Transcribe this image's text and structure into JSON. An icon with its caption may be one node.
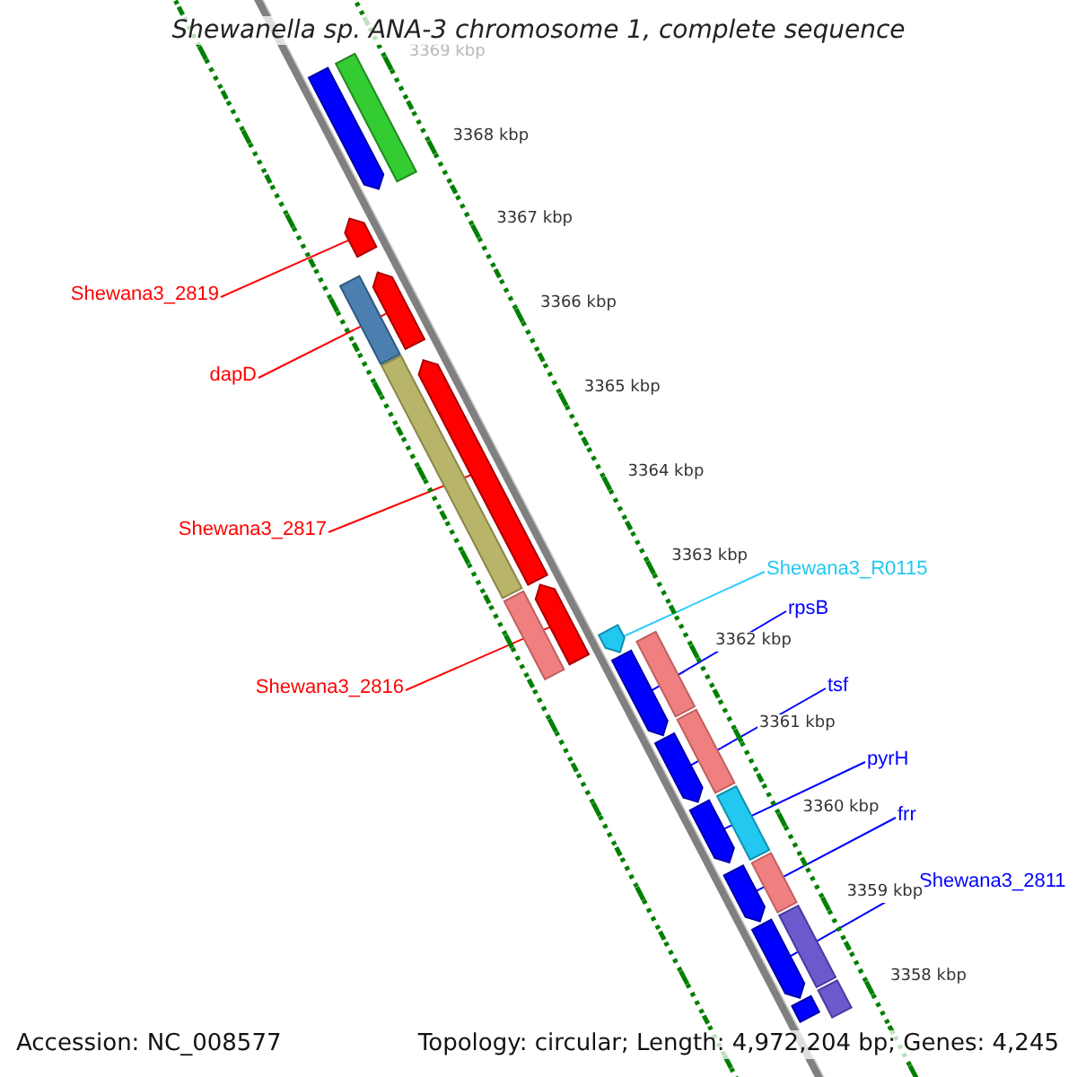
{
  "diagram": {
    "title": "Shewanella sp. ANA-3 chromosome 1, complete sequence",
    "nodes": [
      {
        "text": [
          "Shewana3_2819"
        ]
      },
      {
        "text": [],
        "shape": "bar"
      },
      {
        "text": [
          "dapD"
        ]
      },
      {
        "text": [],
        "shape": "bar"
      },
      {
        "text": [
          "Shewana3_2817"
        ]
      },
      {
        "text": [],
        "shape": "bar"
      },
      {
        "text": [
          "Shewana3_2816"
        ]
      },
      {
        "text": [],
        "shape": "bar"
      },
      {
        "text": [
          "Shewana3_R0115"
        ]
      },
      {
        "text": [],
        "shape": "bar"
      },
      {
        "text": [
          "rpsB"
        ]
      },
      {
        "text": [],
        "shape": "bar"
      },
      {
        "text": [
          "tsf"
        ]
      },
      {
        "text": [],
        "shape": "bar"
      },
      {
        "text": [
          "pyrH"
        ]
      },
      {
        "text": [],
        "shape": "bar"
      },
      {
        "text": [
          "frr"
        ]
      },
      {
        "text": [],
        "shape": "bar"
      },
      {
        "text": [
          "Shewana3_2811"
        ]
      },
      {
        "text": [],
        "shape": "bar"
      },
      {
        "text": [],
        "shape": "bar"
      },
      {
        "text": [],
        "shape": "bar"
      },
      {
        "text": [],
        "shape": "bar"
      },
      {
        "text": [],
        "shape": "bar"
      },
      {
        "text": [],
        "shape": "bar"
      },
      {
        "text": [],
        "shape": "bar"
      },
      {
        "text": [],
        "shape": "bar"
      },
      {
        "text": [],
        "shape": "bar"
      },
      {
        "text": [],
        "shape": "bar"
      },
      {
        "text": [],
        "shape": "bar"
      },
      {
        "text": [],
        "shape": "bar"
      },
      {
        "text": [],
        "shape": "bar"
      }
    ],
    "edges": [
      {
        "from": 0,
        "to": 1,
        "arrow": "none",
        "color": "#ff0000"
      },
      {
        "from": 2,
        "to": 3,
        "arrow": "none",
        "color": "#ff0000"
      },
      {
        "from": 4,
        "to": 5,
        "arrow": "none",
        "color": "#ff0000"
      },
      {
        "from": 6,
        "to": 7,
        "arrow": "none",
        "color": "#ff0000"
      },
      {
        "from": 8,
        "to": 9,
        "arrow": "none",
        "color": "#33ccff"
      },
      {
        "from": 10,
        "to": 11,
        "arrow": "none"
      },
      {
        "from": 12,
        "to": 13,
        "arrow": "none"
      },
      {
        "from": 14,
        "to": 15,
        "arrow": "none"
      },
      {
        "from": 16,
        "to": 17,
        "arrow": "none"
      },
      {
        "from": 18,
        "to": 19,
        "arrow": "none"
      }
    ],
    "labels": [
      "3369 kbp",
      "3368 kbp",
      "3367 kbp",
      "3366 kbp",
      "3365 kbp",
      "3364 kbp",
      "3363 kbp",
      "3362 kbp",
      "3361 kbp",
      "3360 kbp",
      "3359 kbp",
      "3358 kbp",
      "Accession: NC_008577",
      "Topology: circular; Length: 4,972,204 bp; Genes: 4,245"
    ]
  }
}
